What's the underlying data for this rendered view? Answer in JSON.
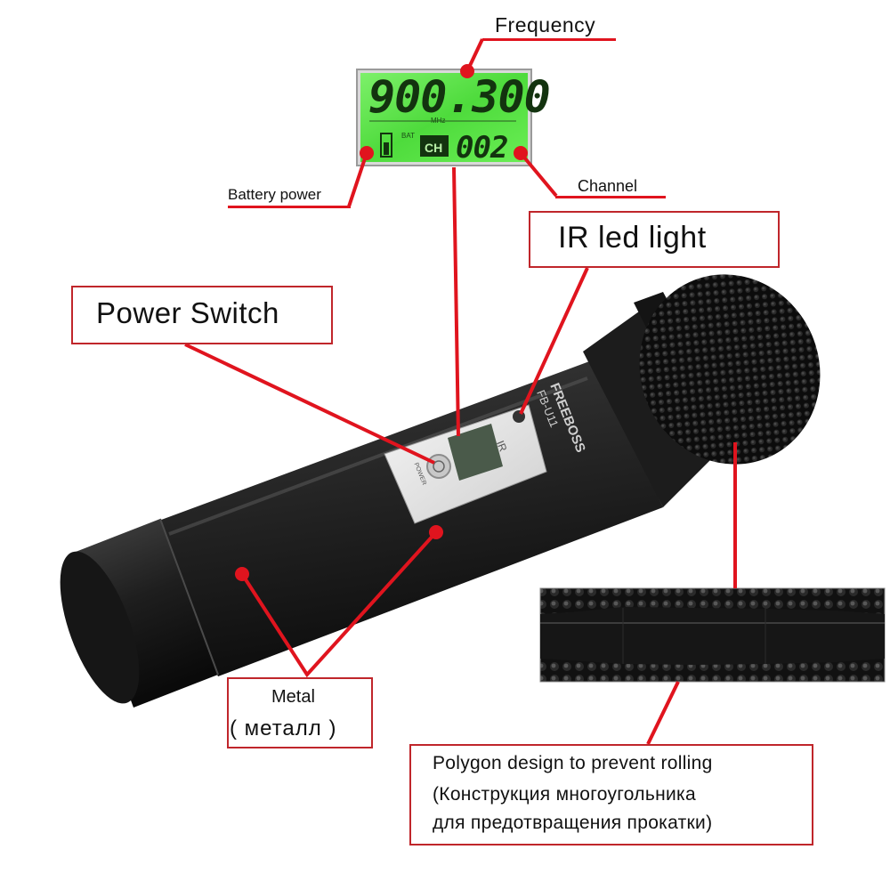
{
  "callouts": {
    "frequency": "Frequency",
    "battery_power": "Battery power",
    "channel": "Channel",
    "ir_led_light": "IR led light",
    "power_switch": "Power Switch",
    "metal_en": "Metal",
    "metal_ru": "( металл )",
    "polygon_line1": "Polygon design to prevent rolling",
    "polygon_line2": "(Конструкция многоугольника",
    "polygon_line3": "для предотвращения прокатки)"
  },
  "lcd": {
    "frequency": "900.300",
    "unit": "MHz",
    "bat_label": "BAT",
    "ch_label": "CH",
    "channel": "002"
  },
  "mic": {
    "brand": "FREEBOSS",
    "model": "FB-U11",
    "ir_label": "IR",
    "power_label": "POWER"
  },
  "colors": {
    "accent": "#e0141e",
    "box_border": "#c0262b",
    "lcd_green": "#5ee64a"
  }
}
